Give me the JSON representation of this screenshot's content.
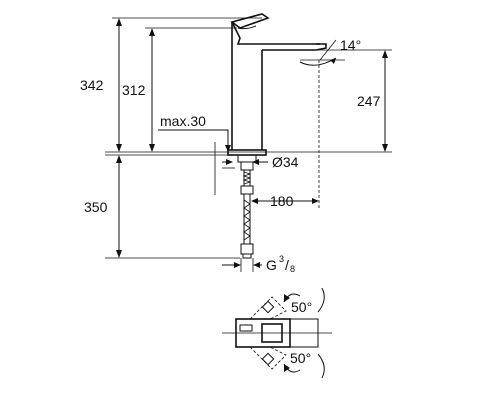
{
  "dimensions": {
    "total_height": "342",
    "spout_height": "312",
    "outlet_height": "247",
    "deck_thickness": "max.30",
    "spout_angle": "14°",
    "base_diameter": "Ø34",
    "spout_reach": "180",
    "hose_length": "350",
    "connection_thread": "G",
    "thread_numerator": "3",
    "thread_slash": "/",
    "thread_denominator": "8",
    "handle_angle_top": "50°",
    "handle_angle_bottom": "50°"
  }
}
